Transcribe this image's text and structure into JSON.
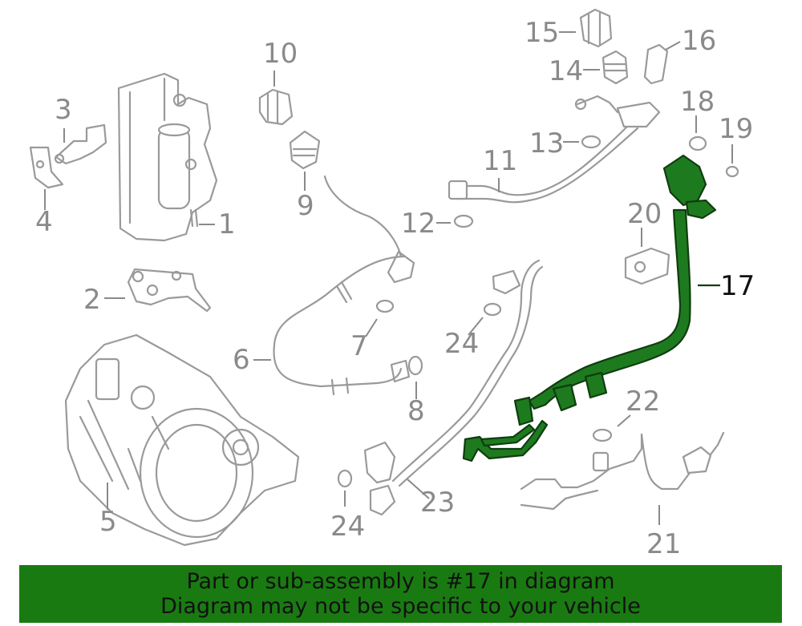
{
  "diagram": {
    "callouts": [
      "1",
      "2",
      "3",
      "4",
      "5",
      "6",
      "7",
      "8",
      "9",
      "10",
      "11",
      "12",
      "13",
      "14",
      "15",
      "16",
      "17",
      "18",
      "19",
      "20",
      "21",
      "22",
      "23",
      "24",
      "24"
    ],
    "highlighted_part": "17",
    "colors": {
      "highlight": "#1e7a1e",
      "linework": "#9a9a9a",
      "banner": "#1a7a12"
    }
  },
  "banner": {
    "line1": "Part or sub-assembly is #17 in diagram",
    "line2": "Diagram may not be specific to your vehicle"
  }
}
